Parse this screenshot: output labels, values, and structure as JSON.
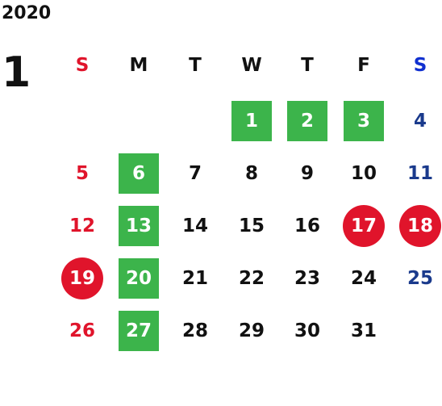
{
  "year": "2020",
  "month": "1",
  "weekdays": [
    "S",
    "M",
    "T",
    "W",
    "T",
    "F",
    "S"
  ],
  "weeks": [
    [
      "",
      "",
      "",
      "1",
      "2",
      "3",
      "4"
    ],
    [
      "5",
      "6",
      "7",
      "8",
      "9",
      "10",
      "11"
    ],
    [
      "12",
      "13",
      "14",
      "15",
      "16",
      "17",
      "18"
    ],
    [
      "19",
      "20",
      "21",
      "22",
      "23",
      "24",
      "25"
    ],
    [
      "26",
      "27",
      "28",
      "29",
      "30",
      "31",
      ""
    ]
  ],
  "highlight_green": [
    "1",
    "2",
    "3",
    "6",
    "13",
    "20",
    "27"
  ],
  "highlight_red_circle": [
    "17",
    "18",
    "19"
  ],
  "colors": {
    "sunday": "#e0142b",
    "saturday": "#1a3a8c",
    "saturday_header": "#1030d0",
    "green_highlight": "#3cb44b",
    "red_circle": "#e0142b",
    "text": "#111111"
  }
}
